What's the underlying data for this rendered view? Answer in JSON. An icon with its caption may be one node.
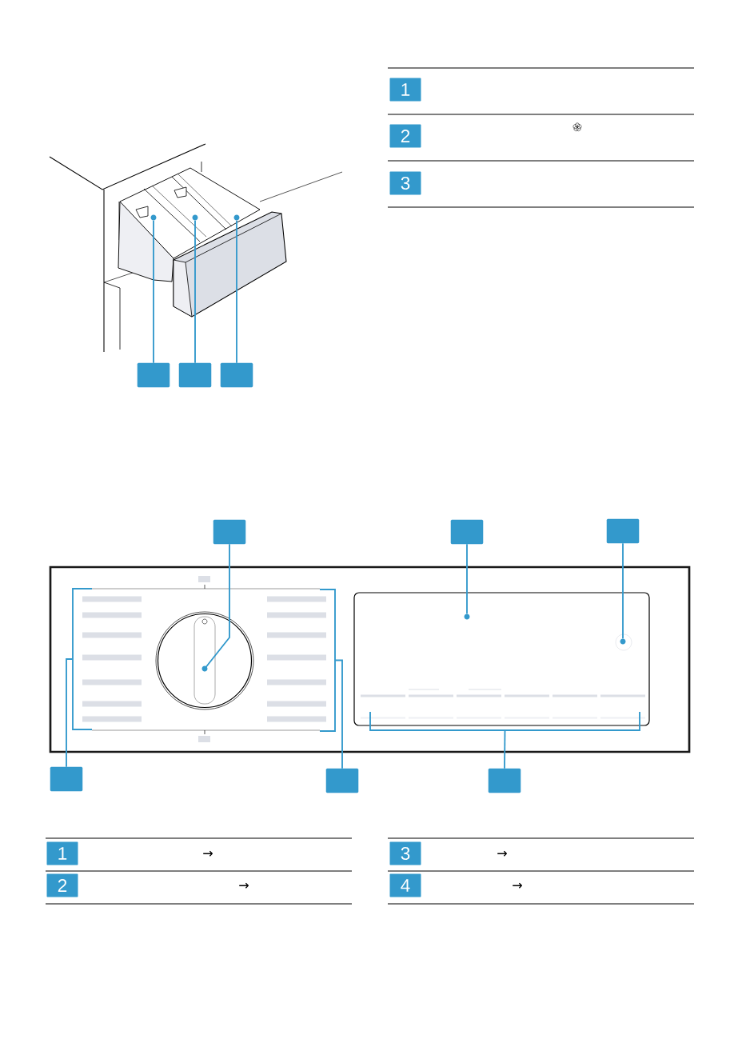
{
  "diagram": {
    "nodes": [
      {
        "text": [],
        "shape": "box"
      },
      {
        "text": [],
        "shape": "box"
      },
      {
        "text": [],
        "shape": "box"
      },
      {
        "text": [],
        "shape": "box"
      },
      {
        "text": [],
        "shape": "box"
      },
      {
        "text": [],
        "shape": "box"
      },
      {
        "text": [],
        "shape": "box"
      },
      {
        "text": [],
        "shape": "box"
      },
      {
        "text": [],
        "shape": "box"
      },
      {
        "text": [],
        "shape": "bracket"
      },
      {
        "text": [],
        "shape": "bracket"
      },
      {
        "text": [],
        "shape": "bracket"
      },
      {
        "text": [],
        "shape": "circle"
      },
      {
        "text": [],
        "shape": "circle"
      },
      {
        "text": [],
        "shape": "circle"
      },
      {
        "text": [],
        "shape": "circle"
      },
      {
        "text": [],
        "shape": "circle"
      },
      {
        "text": [],
        "shape": "circle"
      }
    ],
    "edges": [
      {
        "from": 0,
        "to": 12,
        "arrow": "none"
      },
      {
        "from": 1,
        "to": 13,
        "arrow": "none"
      },
      {
        "from": 2,
        "to": 14,
        "arrow": "none"
      },
      {
        "from": 3,
        "to": 15,
        "arrow": "none"
      },
      {
        "from": 4,
        "to": 16,
        "arrow": "none"
      },
      {
        "from": 5,
        "to": 17,
        "arrow": "none"
      },
      {
        "from": 6,
        "to": 9,
        "arrow": "none"
      },
      {
        "from": 7,
        "to": 10,
        "arrow": "none"
      },
      {
        "from": 8,
        "to": 11,
        "arrow": "none"
      }
    ],
    "labels": [
      "1",
      "2",
      "3",
      "1",
      "→",
      "3",
      "→",
      "2",
      "→",
      "4",
      "→"
    ]
  }
}
